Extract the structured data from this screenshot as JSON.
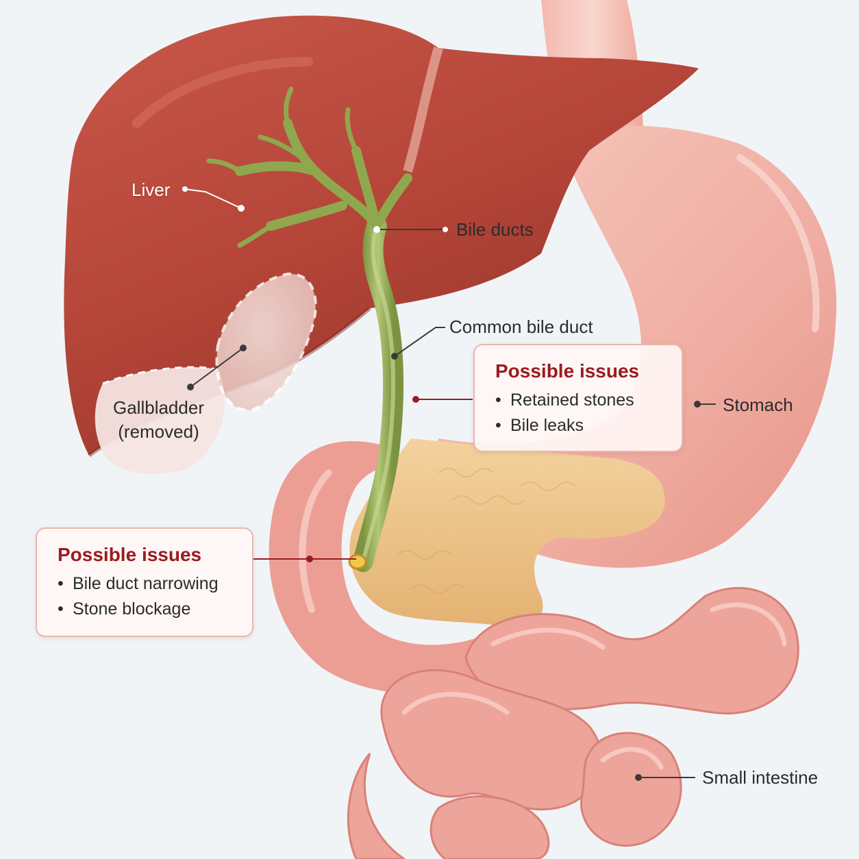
{
  "labels": {
    "liver": "Liver",
    "bile_ducts": "Bile ducts",
    "common_bile_duct": "Common bile duct",
    "gallbladder_line1": "Gallbladder",
    "gallbladder_line2": "(removed)",
    "stomach": "Stomach",
    "small_intestine": "Small intestine"
  },
  "callouts": {
    "upper": {
      "title": "Possible issues",
      "items": [
        "Retained stones",
        "Bile leaks"
      ]
    },
    "lower": {
      "title": "Possible issues",
      "items": [
        "Bile duct narrowing",
        "Stone blockage"
      ]
    }
  },
  "colors": {
    "liver": "#b94a3c",
    "bile_duct": "#8fa84e",
    "stomach": "#f2b3a8",
    "pancreas": "#eec48a",
    "intestine": "#eea39a",
    "callout_title": "#9a1b20"
  }
}
